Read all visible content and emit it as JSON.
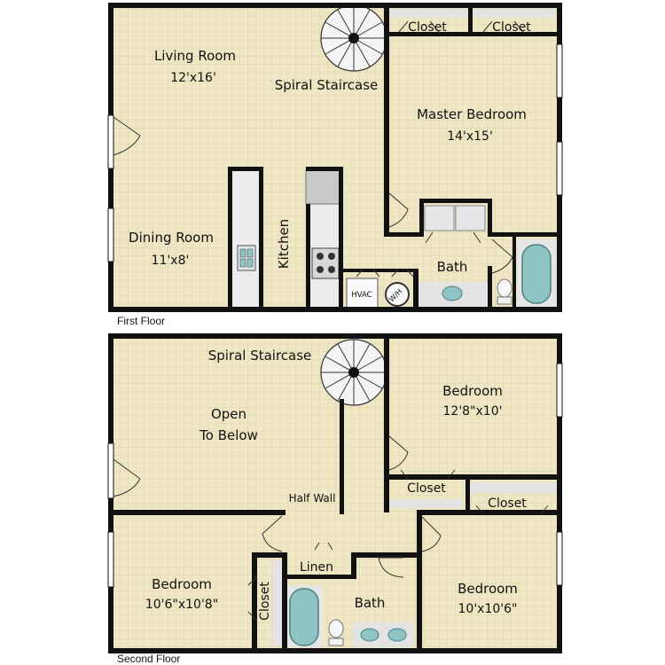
{
  "floors": {
    "first": {
      "caption": "First Floor",
      "rooms": {
        "living_room": {
          "name": "Living Room",
          "size": "12'x16'"
        },
        "spiral_staircase": "Spiral Staircase",
        "master_bedroom": {
          "name": "Master Bedroom",
          "size": "14'x15'"
        },
        "closet_1": "Closet",
        "closet_2": "Closet",
        "dining_room": {
          "name": "Dining Room",
          "size": "11'x8'"
        },
        "kitchen": "Kitchen",
        "bath": "Bath",
        "hvac": "HVAC",
        "water_heater": "W/H"
      }
    },
    "second": {
      "caption": "Second Floor",
      "rooms": {
        "spiral_staircase": "Spiral Staircase",
        "open_to_below_line1": "Open",
        "open_to_below_line2": "To Below",
        "half_wall": "Half Wall",
        "bedroom_ne": {
          "name": "Bedroom",
          "size": "12'8\"x10'"
        },
        "closet_ne": "Closet",
        "closet_se": "Closet",
        "bedroom_sw": {
          "name": "Bedroom",
          "size": "10'6\"x10'8\""
        },
        "linen": "Linen",
        "closet_sw": "Closet",
        "bath": "Bath",
        "bedroom_se": {
          "name": "Bedroom",
          "size": "10'x10'6\""
        }
      }
    }
  },
  "colors": {
    "floor_fill": "#efe6c4",
    "wall": "#111111",
    "fixture": "#8fc4c4",
    "counter": "#e3e3e3"
  }
}
